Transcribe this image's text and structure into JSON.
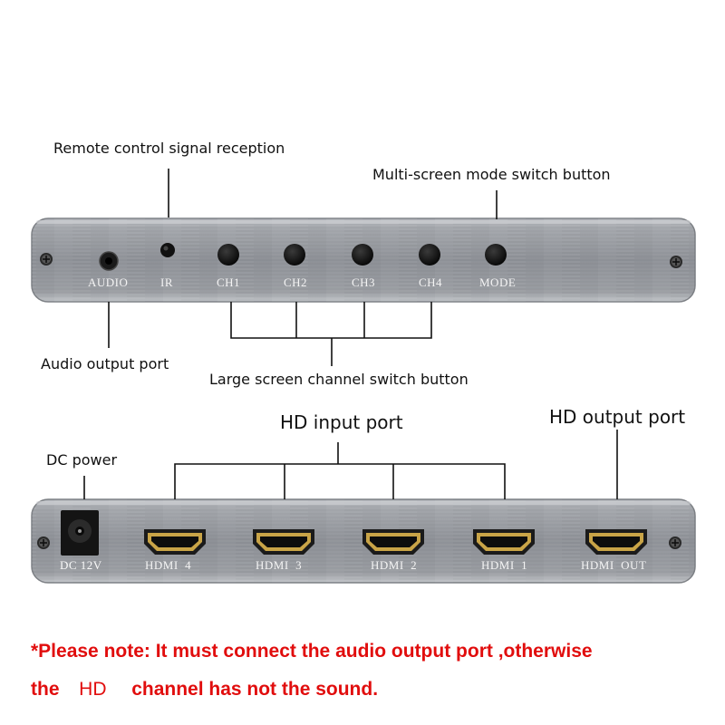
{
  "top_panel": {
    "callouts": {
      "remote": "Remote control signal reception",
      "mode": "Multi-screen mode switch button",
      "audio": "Audio output port",
      "channel": "Large screen channel switch button"
    },
    "labels": [
      "AUDIO",
      "IR",
      "CH1",
      "CH2",
      "CH3",
      "CH4",
      "MODE"
    ]
  },
  "bottom_panel": {
    "callouts": {
      "dc": "DC power",
      "input": "HD input port",
      "output": "HD output port"
    },
    "labels": {
      "dc": "DC  12V",
      "ports": [
        "HDMI  4",
        "HDMI  3",
        "HDMI  2",
        "HDMI  1",
        "HDMI  OUT"
      ]
    }
  },
  "note": {
    "line1": "*Please note: It must connect the audio output port ,otherwise",
    "line2_a": "the",
    "line2_hd": "HD",
    "line2_b": "channel has not the sound."
  },
  "colors": {
    "panel": "#8d9096",
    "panel_light": "#b7babf",
    "note_red": "#e10d0d"
  }
}
